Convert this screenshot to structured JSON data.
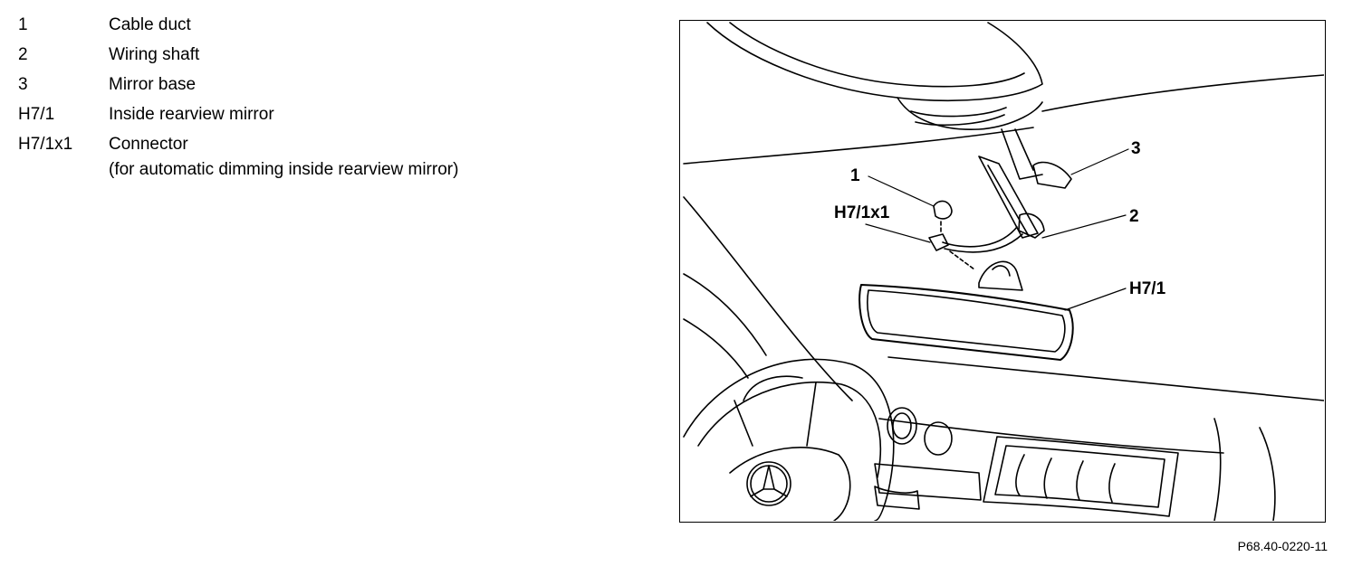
{
  "legend": [
    {
      "code": "1",
      "lines": [
        "Cable duct"
      ]
    },
    {
      "code": "2",
      "lines": [
        "Wiring shaft"
      ]
    },
    {
      "code": "3",
      "lines": [
        "Mirror base"
      ]
    },
    {
      "code": "H7/1",
      "lines": [
        "Inside rearview mirror"
      ]
    },
    {
      "code": "H7/1x1",
      "lines": [
        "Connector",
        "(for automatic dimming inside rearview mirror)"
      ]
    }
  ],
  "callouts": {
    "c1": "1",
    "c2": "2",
    "c3": "3",
    "ch71": "H7/1",
    "ch71x1": "H7/1x1"
  },
  "figure_ref": "P68.40-0220-11"
}
